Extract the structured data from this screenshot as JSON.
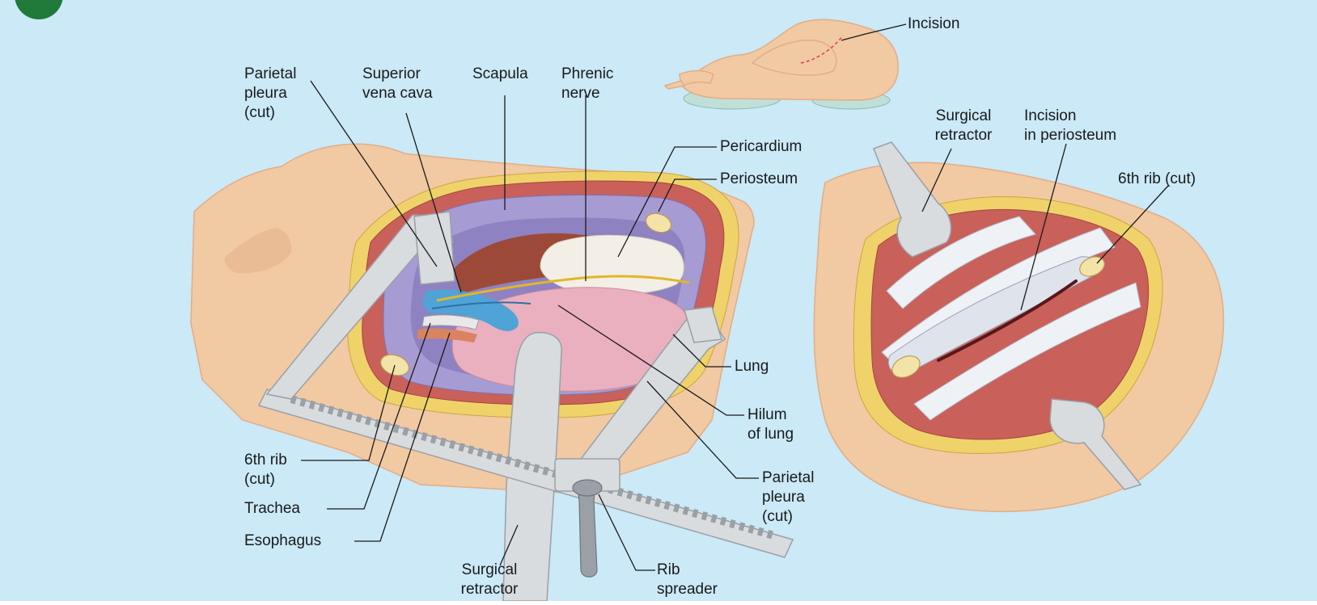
{
  "colors": {
    "background": "#cbe9f7",
    "skin": "#f1c9a3",
    "skin_shadow": "#e2ad86",
    "fat": "#efd36a",
    "muscle": "#c9605a",
    "pleura": "#a79bd3",
    "lung": "#eab0bf",
    "heart": "#9c4a37",
    "pericardium": "#f3efe6",
    "vena_cava": "#4fa3d6",
    "nerve": "#e3b628",
    "instrument": "#d9dcdf",
    "instrument_dark": "#9aa0a6",
    "badge": "#1f7a3a",
    "leader_line": "#1a1a1a"
  },
  "badge": {
    "icon": "green-circle-badge"
  },
  "labels": {
    "incision_top": [
      "Incision"
    ],
    "parietal_pleura_top": [
      "Parietal",
      "pleura",
      "(cut)"
    ],
    "superior_vena_cava": [
      "Superior",
      "vena cava"
    ],
    "scapula": [
      "Scapula"
    ],
    "phrenic_nerve": [
      "Phrenic",
      "nerve"
    ],
    "pericardium": [
      "Pericardium"
    ],
    "periosteum": [
      "Periosteum"
    ],
    "lung": [
      "Lung"
    ],
    "hilum_of_lung": [
      "Hilum",
      "of lung"
    ],
    "parietal_pleura_bottom": [
      "Parietal",
      "pleura",
      "(cut)"
    ],
    "rib_spreader": [
      "Rib",
      "spreader"
    ],
    "surgical_retractor_bottom": [
      "Surgical",
      "retractor"
    ],
    "esophagus": [
      "Esophagus"
    ],
    "trachea": [
      "Trachea"
    ],
    "sixth_rib_left": [
      "6th rib",
      "(cut)"
    ],
    "surgical_retractor_right": [
      "Surgical",
      "retractor"
    ],
    "incision_in_periosteum": [
      "Incision",
      "in periosteum"
    ],
    "sixth_rib_right": [
      "6th rib (cut)"
    ]
  }
}
